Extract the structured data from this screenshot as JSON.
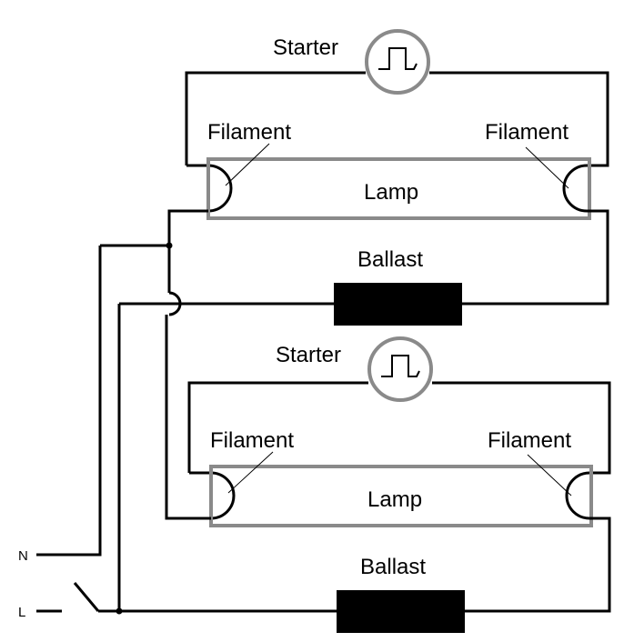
{
  "colors": {
    "wire": "#000000",
    "tube_outline": "#8a8a8a",
    "ballast": "#000000",
    "background": "#ffffff"
  },
  "icons": {
    "starter": "bimetallic-switch-icon",
    "filament": "semicircle-filament-icon",
    "switch": "open-switch-icon"
  },
  "terminals": {
    "neutral": "N",
    "line": "L"
  },
  "circuit_1": {
    "starter_label": "Starter",
    "filament_left_label": "Filament",
    "filament_right_label": "Filament",
    "lamp_label": "Lamp",
    "ballast_label": "Ballast"
  },
  "circuit_2": {
    "starter_label": "Starter",
    "filament_left_label": "Filament",
    "filament_right_label": "Filament",
    "lamp_label": "Lamp",
    "ballast_label": "Ballast"
  }
}
